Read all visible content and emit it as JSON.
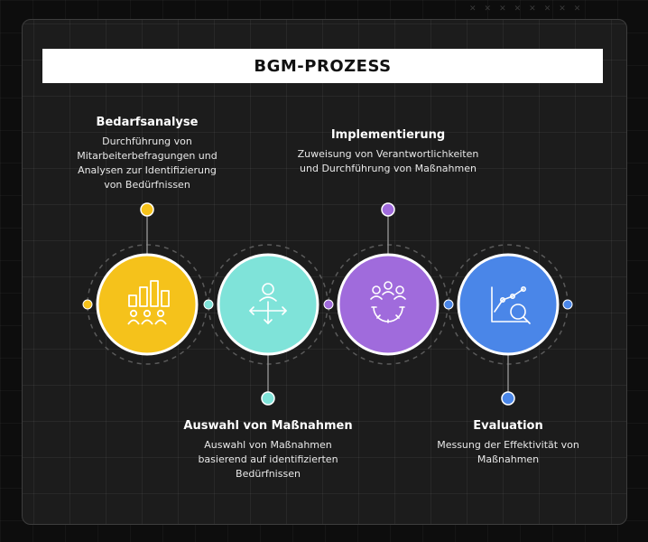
{
  "title": "BGM-PROZESS",
  "steps": [
    {
      "title": "Bedarfsanalyse",
      "desc": "Durchführung von Mitarbeiterbefragungen und Analysen zur Identifizierung von Bedürfnissen",
      "icon": "bar-chart-people-icon",
      "color": "#f5c21b"
    },
    {
      "title": "Auswahl von Maßnahmen",
      "desc": "Auswahl von Maßnahmen basierend auf identifizierten Bedürfnissen",
      "icon": "person-directions-icon",
      "color": "#7fe3d9"
    },
    {
      "title": "Implementierung",
      "desc": "Zuweisung von Verantwortlichkeiten und Durchführung von Maßnahmen",
      "icon": "team-gear-icon",
      "color": "#a06bdc"
    },
    {
      "title": "Evaluation",
      "desc": "Messung der Effektivität von Maßnahmen",
      "icon": "chart-magnifier-icon",
      "color": "#4a86e8"
    }
  ]
}
